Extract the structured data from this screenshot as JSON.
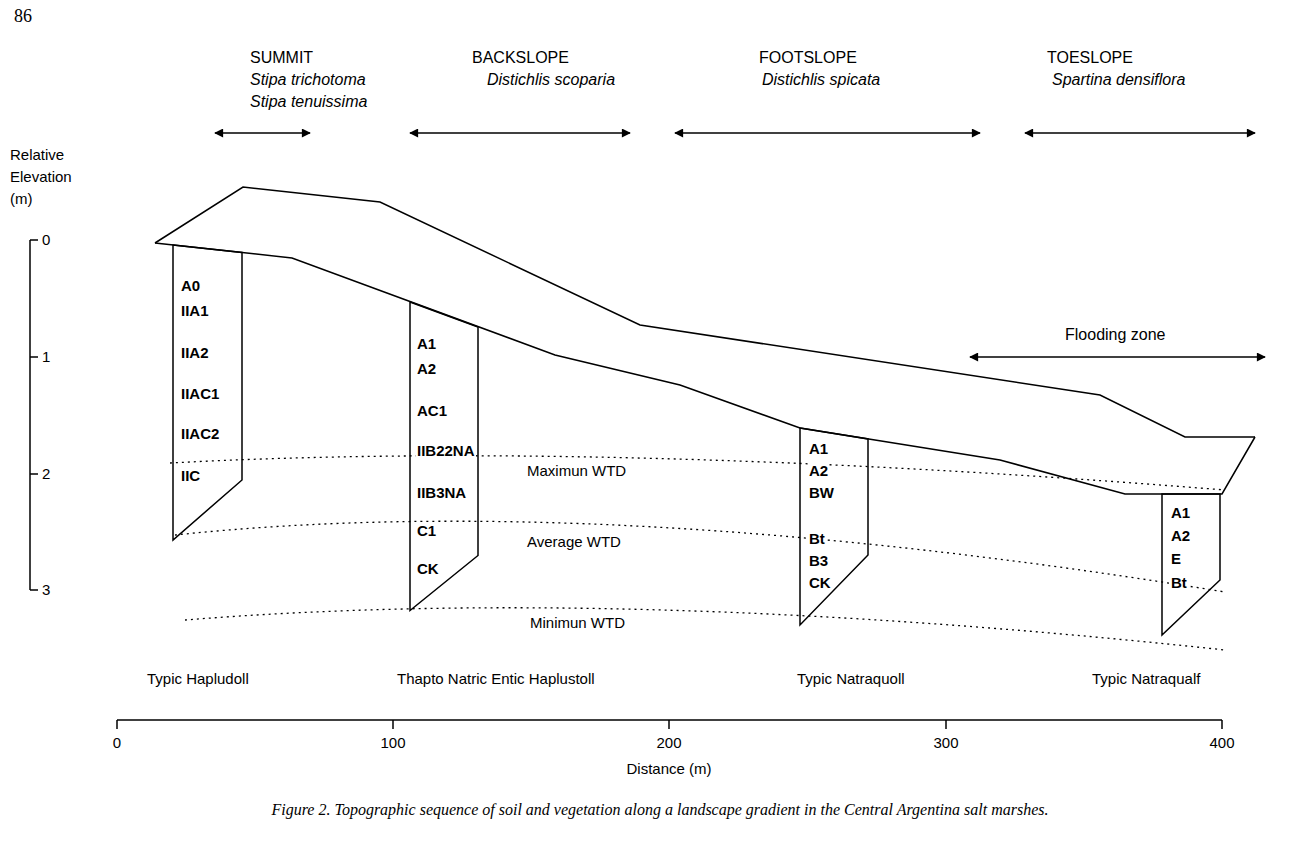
{
  "diagram": {
    "caption": "Figure 2. Topographic sequence of soil and vegetation along a landscape gradient in the Central Argentina salt marshes.",
    "nodes": [
      {
        "text": [
          "A0",
          "IIA1",
          "IIA2",
          "IIAC1",
          "IIAC2",
          "IIC"
        ]
      },
      {
        "text": [
          "A1",
          "A2",
          "AC1",
          "IIB22NA",
          "IIB3NA",
          "C1",
          "CK"
        ]
      },
      {
        "text": [
          "A1",
          "A2",
          "BW",
          "Bt",
          "B3",
          "CK"
        ]
      },
      {
        "text": [
          "A1",
          "A2",
          "E",
          "Bt"
        ]
      }
    ],
    "labels": [
      "86",
      "SUMMIT",
      "Stipa trichotoma",
      "Stipa tenuissima",
      "BACKSLOPE",
      "Distichlis scoparia",
      "FOOTSLOPE",
      "Distichlis spicata",
      "TOESLOPE",
      "Spartina densiflora",
      "Relative Elevation (m)",
      "0",
      "1",
      "2",
      "3",
      "Flooding zone",
      "Maximun WTD",
      "Average WTD",
      "Minimun WTD",
      "Typic Hapludoll",
      "Thapto Natric Entic Haplustoll",
      "Typic Natraquoll",
      "Typic Natraqualf",
      "0",
      "100",
      "200",
      "300",
      "400",
      "Distance (m)"
    ]
  }
}
